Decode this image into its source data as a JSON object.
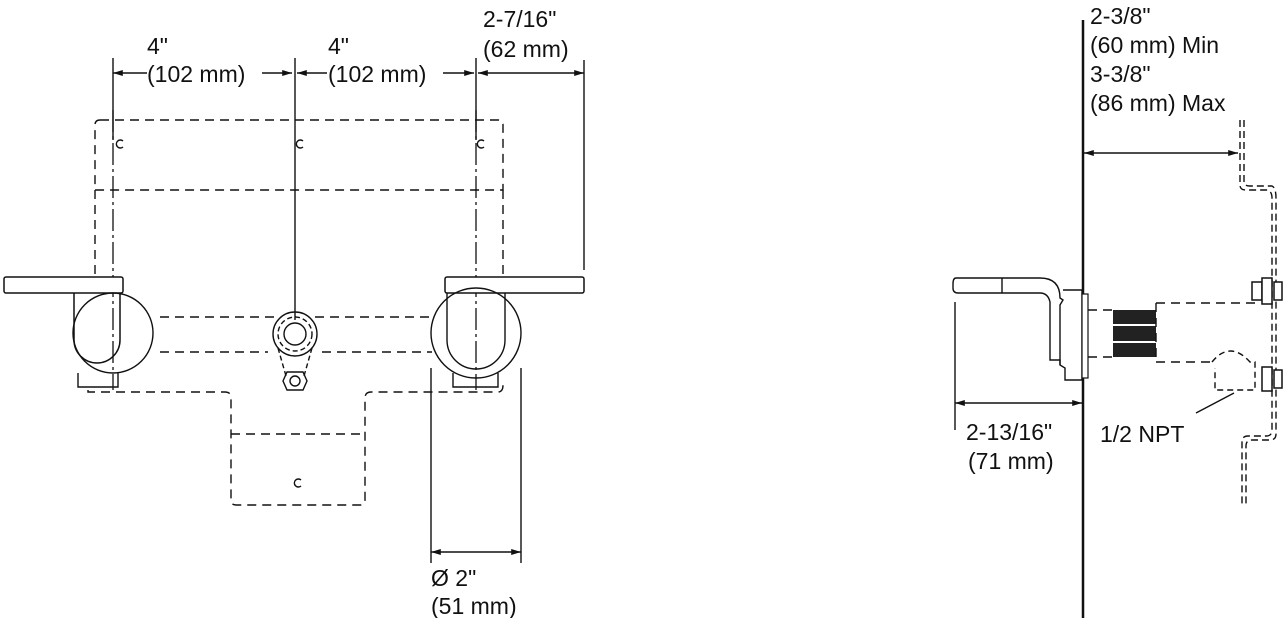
{
  "drawing": {
    "front_view": {
      "dim_left": {
        "inch": "4\"",
        "mm": "(102 mm)"
      },
      "dim_center": {
        "inch": "4\"",
        "mm": "(102 mm)"
      },
      "dim_right": {
        "inch": "2-7/16\"",
        "mm": "(62 mm)"
      },
      "dim_diameter": {
        "inch": "Ø 2\"",
        "mm": "(51 mm)"
      }
    },
    "side_view": {
      "dim_wall_range": {
        "min_inch": "2-3/8\"",
        "min_mm": "(60 mm) Min",
        "max_inch": "3-3/8\"",
        "max_mm": "(86 mm) Max"
      },
      "dim_projection": {
        "inch": "2-13/16\"",
        "mm": "(71 mm)"
      },
      "callout_thread": "1/2 NPT"
    },
    "colors": {
      "line": "#111111",
      "background": "#ffffff"
    }
  }
}
